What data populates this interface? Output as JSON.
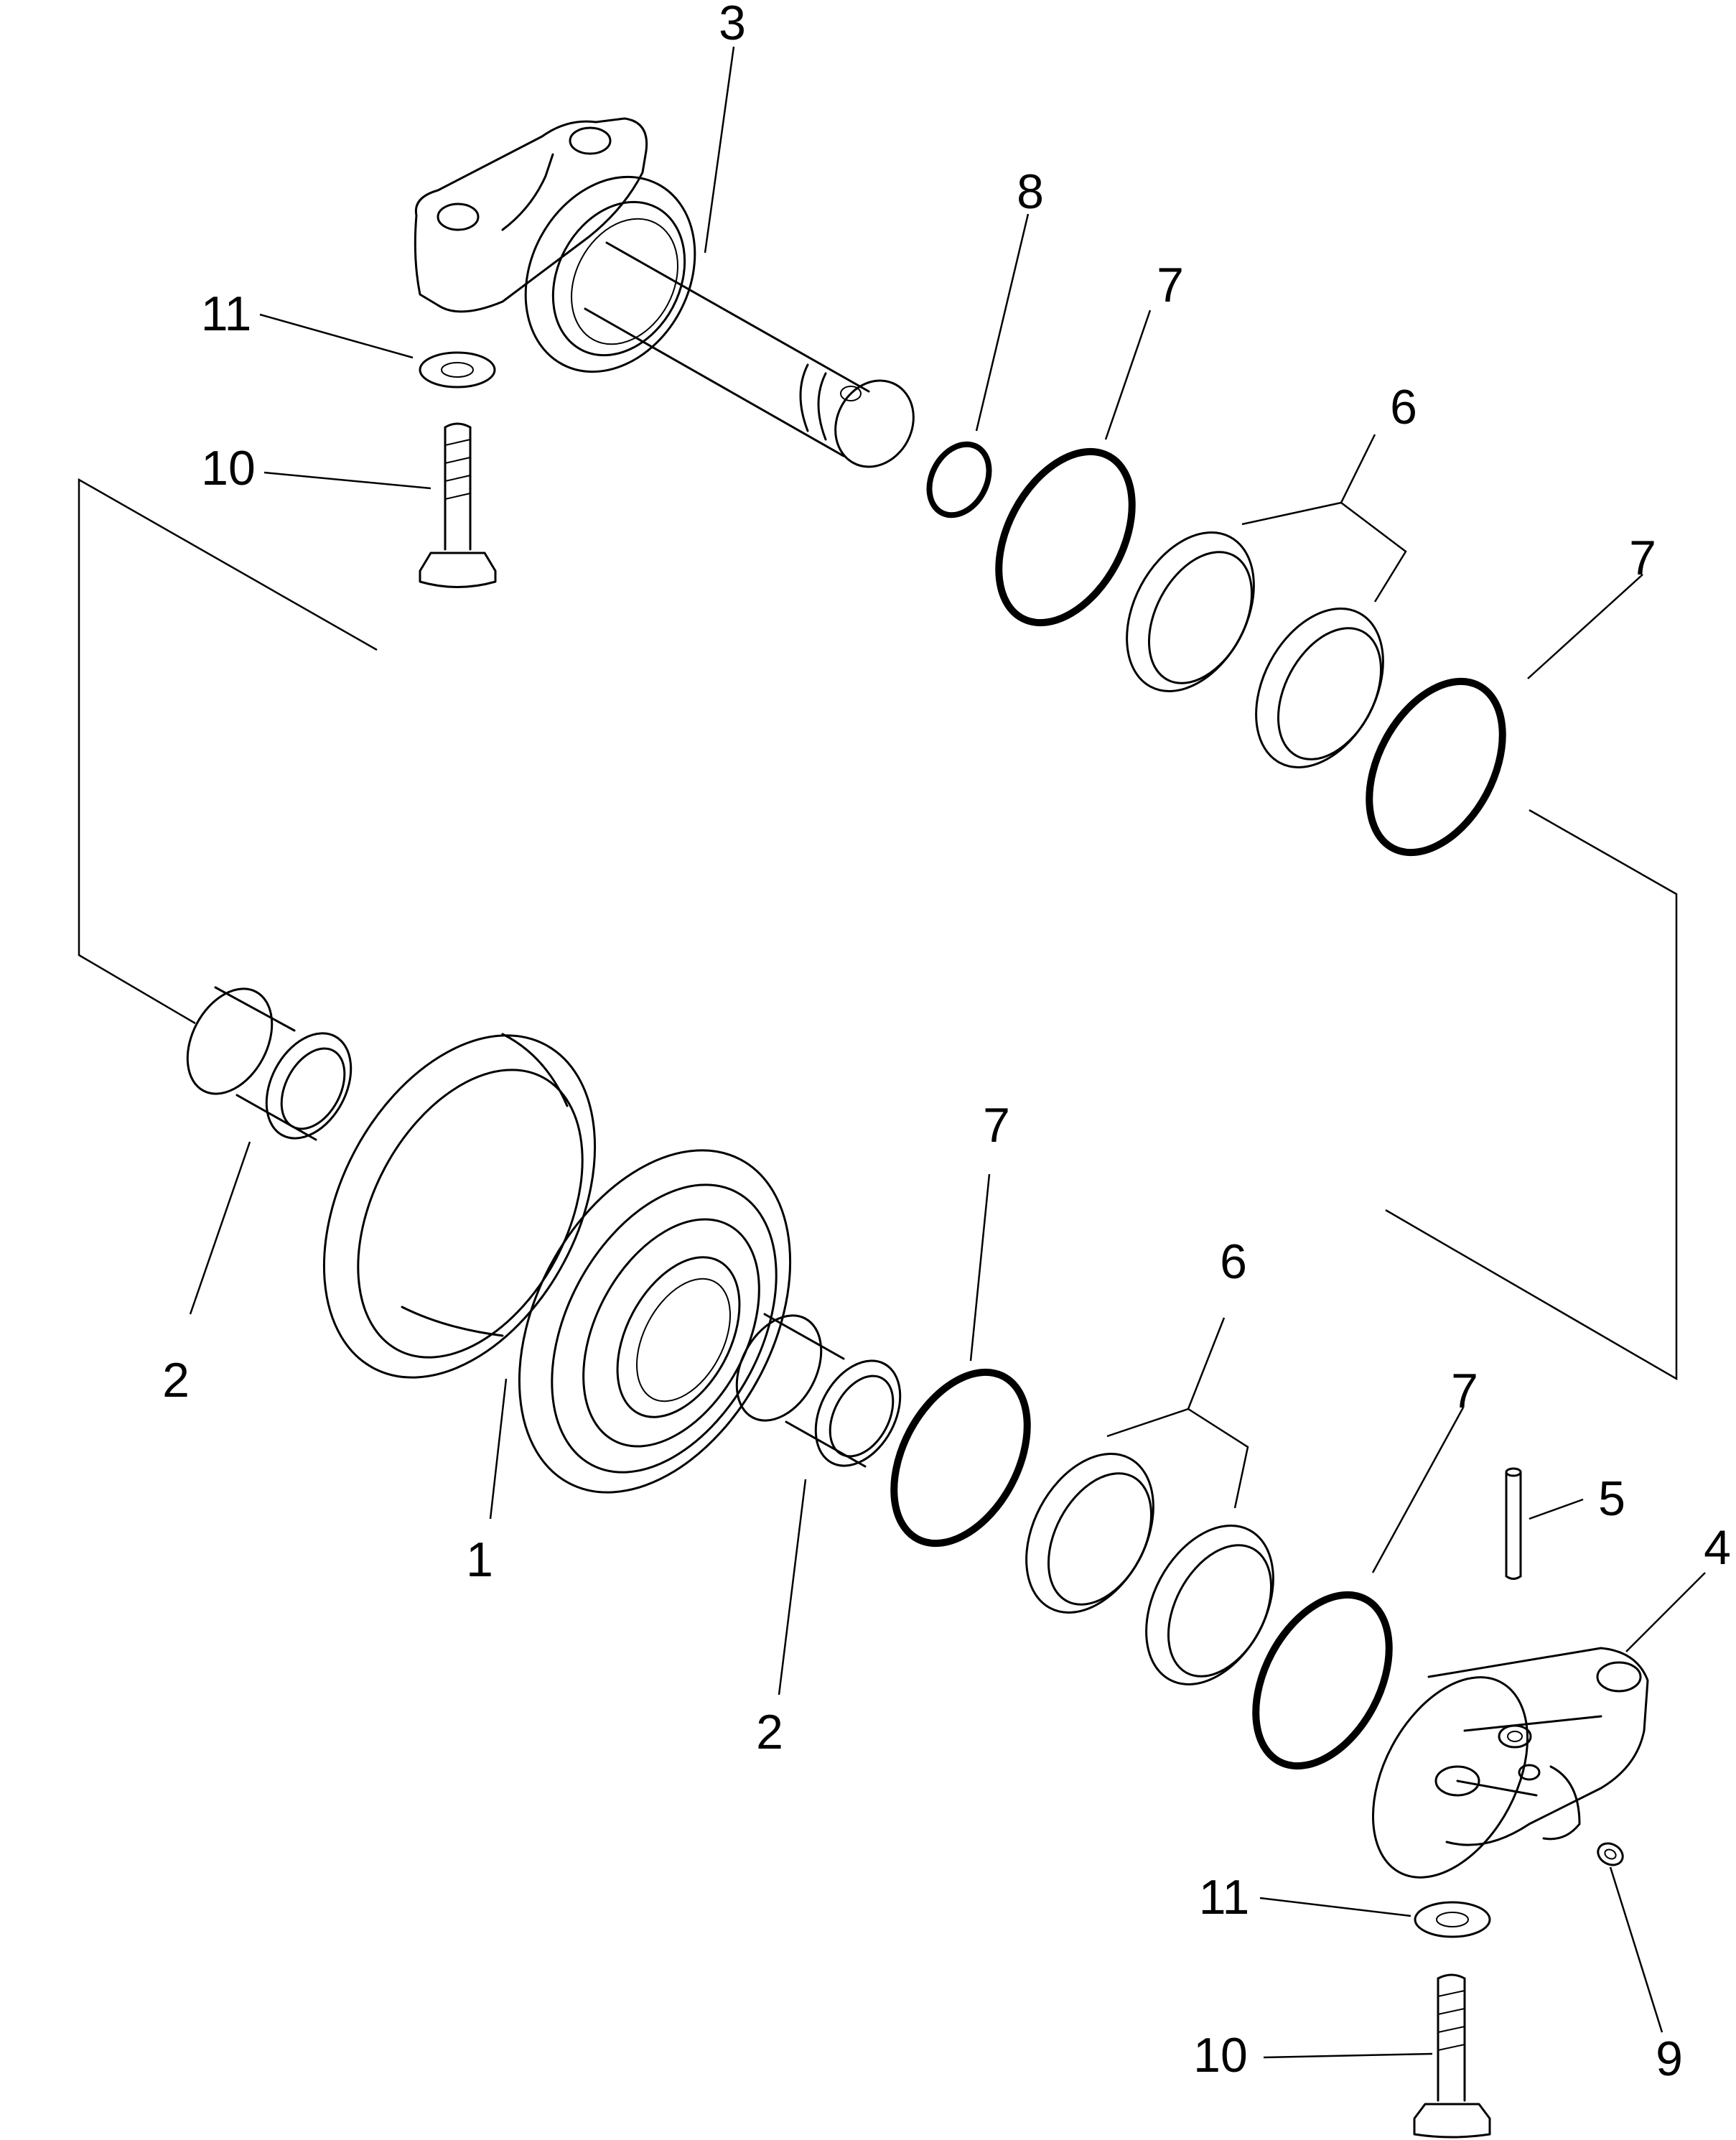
{
  "callouts": {
    "c1": "1",
    "c2_left": "2",
    "c2_mid": "2",
    "c3": "3",
    "c4": "4",
    "c5": "5",
    "c6_top": "6",
    "c6_bottom": "6",
    "c7_a": "7",
    "c7_b": "7",
    "c7_c": "7",
    "c7_d": "7",
    "c8": "8",
    "c9": "9",
    "c10_top": "10",
    "c10_bottom": "10",
    "c11_top": "11",
    "c11_bottom": "11"
  }
}
